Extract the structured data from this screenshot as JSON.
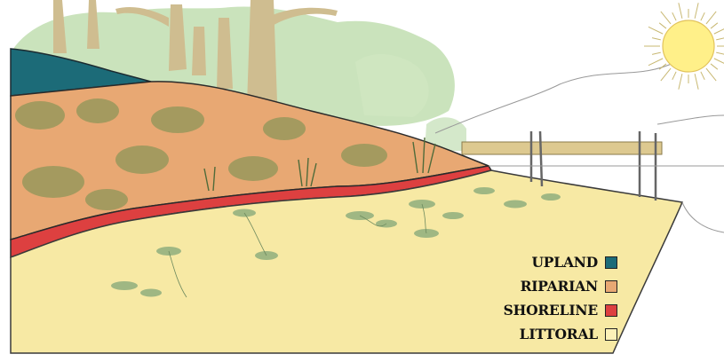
{
  "diagram": {
    "zones": [
      {
        "id": "upland",
        "label": "UPLAND",
        "color": "#1c6b78"
      },
      {
        "id": "riparian",
        "label": "RIPARIAN",
        "color": "#e8a873"
      },
      {
        "id": "shoreline",
        "label": "SHORELINE",
        "color": "#dd4040"
      },
      {
        "id": "littoral",
        "label": "LITTORAL",
        "color": "#fdf1b8"
      }
    ],
    "palette": {
      "water": "#f7e9a4",
      "foliage": "#b8d9a6",
      "trunk": "#cfbd90",
      "shrub": "#6c8e4e",
      "dock": "#ddc990",
      "sun": "#fff089"
    },
    "icons": [
      "sun-icon"
    ]
  }
}
